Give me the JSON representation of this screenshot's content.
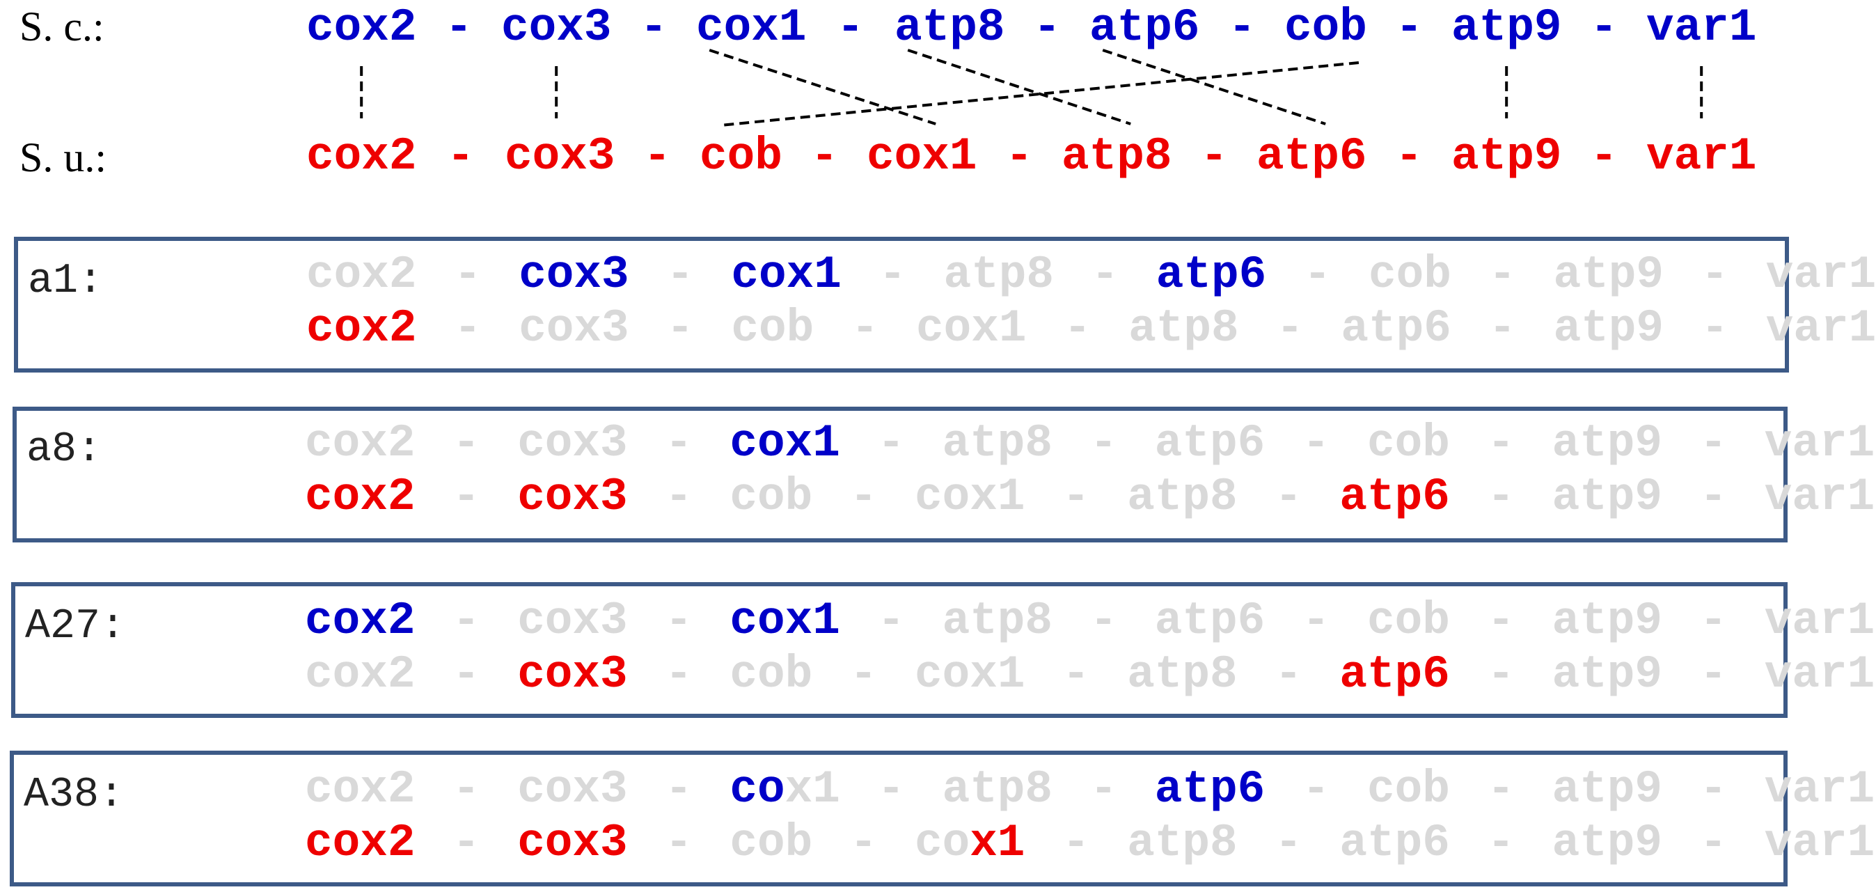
{
  "colors": {
    "sc": "#0000c8",
    "su": "#ee0000",
    "faded": "#d9d9d9",
    "frame": "#3d5a87"
  },
  "header": {
    "sc_label": "S. c.:",
    "su_label": "S. u.:",
    "sc_genes": [
      "cox2",
      "cox3",
      "cox1",
      "atp8",
      "atp6",
      "cob",
      "atp9",
      "var1"
    ],
    "su_genes": [
      "cox2",
      "cox3",
      "cob",
      "cox1",
      "atp8",
      "atp6",
      "atp9",
      "var1"
    ],
    "links": [
      {
        "sc": 0,
        "su": 0,
        "style": "vertical"
      },
      {
        "sc": 1,
        "su": 1,
        "style": "vertical"
      },
      {
        "sc": 2,
        "su": 3,
        "style": "cross"
      },
      {
        "sc": 3,
        "su": 4,
        "style": "cross"
      },
      {
        "sc": 4,
        "su": 5,
        "style": "cross"
      },
      {
        "sc": 5,
        "su": 2,
        "style": "cross"
      },
      {
        "sc": 6,
        "su": 6,
        "style": "vertical"
      },
      {
        "sc": 7,
        "su": 7,
        "style": "vertical"
      }
    ]
  },
  "panels": [
    {
      "label": "a1:",
      "sc_text": "cox2 - cox3 - cox1 - atp8 - atp6 - cob - atp9 - var1",
      "su_text": "cox2 - cox3 - cob - cox1 - atp8 - atp6 - atp9 - var1",
      "sc_bold": [
        "cox3",
        "cox1",
        "atp6"
      ],
      "su_bold": [
        "cox2"
      ]
    },
    {
      "label": "a8:",
      "sc_text": "cox2 - cox3 - cox1 - atp8 - atp6 - cob - atp9 - var1",
      "su_text": "cox2 - cox3 - cob - cox1 - atp8 - atp6 - atp9 - var1",
      "sc_bold": [
        "cox1"
      ],
      "su_bold": [
        "cox2",
        "cox3",
        "atp6"
      ]
    },
    {
      "label": "A27:",
      "sc_text": "cox2 - cox3 - cox1 - atp8 - atp6 - cob - atp9 - var1",
      "su_text": "cox2 - cox3 - cob - cox1 - atp8 - atp6 - atp9 - var1",
      "sc_bold": [
        "cox2",
        "cox1"
      ],
      "su_bold": [
        "cox3",
        "atp6"
      ]
    },
    {
      "label": "A38:",
      "sc_text": "cox2 - cox3 - cox1 - atp8 - atp6 - cob - atp9 - var1",
      "su_text": "cox2 - cox3 - cob - cox1 - atp8 - atp6 - atp9 - var1",
      "sc_partial": [
        {
          "gene": "cox1",
          "highlight": "co",
          "rest": "x1"
        }
      ],
      "sc_bold": [
        "atp6"
      ],
      "su_partial": [
        {
          "gene": "cox1",
          "highlight": "x1",
          "rest": "co",
          "highlight_at_end": true
        }
      ],
      "su_bold": [
        "cox2",
        "cox3"
      ]
    }
  ]
}
